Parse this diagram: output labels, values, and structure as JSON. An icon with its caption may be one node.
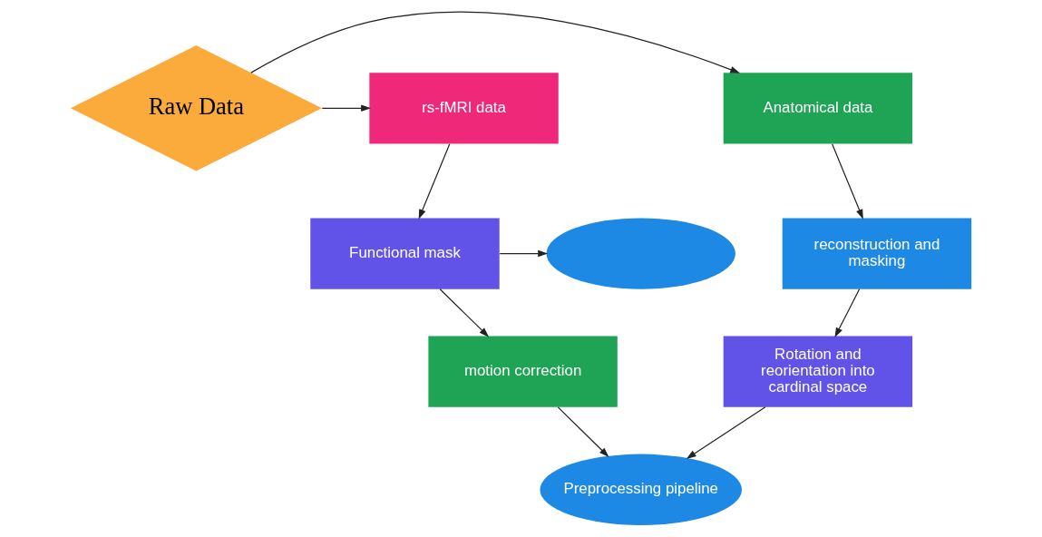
{
  "diagram": {
    "nodes": [
      {
        "text": [
          "Raw Data"
        ]
      },
      {
        "text": [
          "Anatomical data"
        ]
      },
      {
        "text": [
          "rs-fMRI data"
        ]
      },
      {
        "text": [
          "reconstruction and masking"
        ]
      },
      {
        "text": [
          "Functional mask"
        ]
      },
      {
        "text": [],
        "shape": "ellipse"
      },
      {
        "text": [
          "Rotation and reorientation into cardinal space"
        ]
      },
      {
        "text": [
          "motion correction"
        ]
      },
      {
        "text": [
          "Preprocessing pipeline"
        ]
      }
    ],
    "edges": [
      {
        "from": 0,
        "to": 1,
        "arrow": "to"
      },
      {
        "from": 0,
        "to": 2,
        "arrow": "to"
      },
      {
        "from": 1,
        "to": 3,
        "arrow": "to"
      },
      {
        "from": 2,
        "to": 4,
        "arrow": "to"
      },
      {
        "from": 4,
        "to": 5,
        "arrow": "to"
      },
      {
        "from": 3,
        "to": 6,
        "arrow": "to"
      },
      {
        "from": 4,
        "to": 7,
        "arrow": "to"
      },
      {
        "from": 6,
        "to": 8,
        "arrow": "to"
      },
      {
        "from": 7,
        "to": 8,
        "arrow": "to"
      }
    ]
  }
}
